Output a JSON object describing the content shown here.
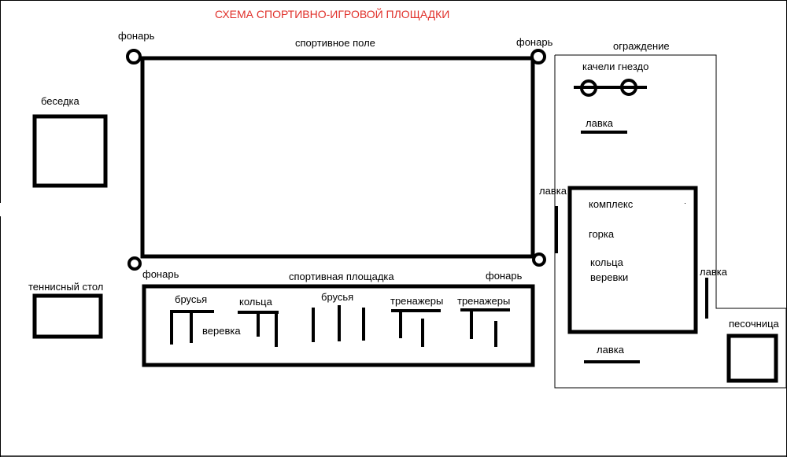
{
  "title": "СХЕМА СПОРТИВНО-ИГРОВОЙ ПЛОЩАДКИ",
  "colors": {
    "title": "#e0302a",
    "ink": "#000000"
  },
  "labels": {
    "lantern": "фонарь",
    "sports_field": "спортивное поле",
    "sports_ground": "спортивная площадка",
    "fence": "ограждение",
    "swing_nest": "качели гнездо",
    "bench": "лавка",
    "gazebo": "беседка",
    "tennis_table": "теннисный стол",
    "parallel_bars": "брусья",
    "rings": "кольца",
    "rope": "веревка",
    "trainers": "тренажеры",
    "complex": "комплекс",
    "slide": "горка",
    "rings_ropes_1": "кольца",
    "rings_ropes_2": "веревки",
    "sandbox": "песочница"
  }
}
